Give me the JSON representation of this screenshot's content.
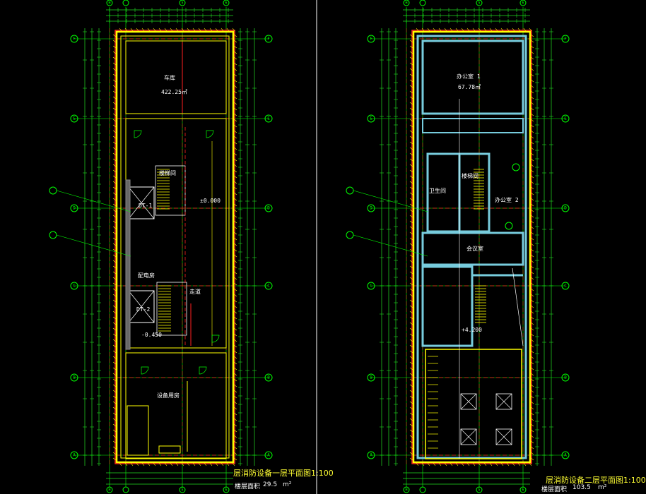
{
  "sheets": [
    {
      "id": "left",
      "title": "层消防设备一层平面图1:100",
      "scale_note": "1:100",
      "footer_left": "楼层面积",
      "footer_mid": "29.5",
      "footer_right": "m²",
      "elevator_1": "DT-1",
      "elevator_2": "DT-2",
      "room_1": "车库",
      "room_1_area": "422.25㎡",
      "room_2": "楼梯间",
      "room_3": "走道",
      "room_4": "配电房",
      "room_5": "设备用房",
      "level_1": "±0.000",
      "level_2": "-0.450",
      "grid_top": [
        "H",
        "5",
        "6"
      ],
      "grid_left": [
        "F",
        "E",
        "D",
        "C",
        "B",
        "A"
      ]
    },
    {
      "id": "right",
      "title": "层消防设备二层平面图1:100",
      "scale_note": "1:100",
      "footer_left": "楼层面积",
      "footer_mid": "103.5",
      "footer_right": "m²",
      "room_1": "办公室 1",
      "room_1_area": "67.78㎡",
      "room_2": "办公室 2",
      "room_3": "楼梯间",
      "room_4": "会议室",
      "room_5": "卫生间",
      "level_1": "+4.200",
      "grid_top": [
        "H",
        "5",
        "6"
      ],
      "grid_left": [
        "F",
        "E",
        "D",
        "C",
        "B",
        "A"
      ]
    }
  ],
  "colors": {
    "background": "#000000",
    "grid_line": "#00ff00",
    "axis_red": "#ff2020",
    "wall_yellow": "#ffff00",
    "wall_cyan": "#77ccdd",
    "text_white": "#ffffff",
    "dim_green": "#22dd22"
  }
}
